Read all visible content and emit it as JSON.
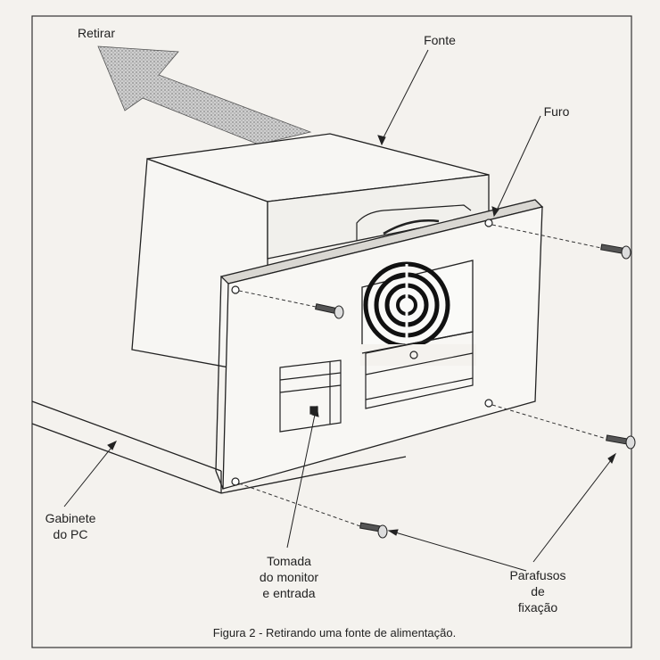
{
  "labels": {
    "retirar": "Retirar",
    "fonte": "Fonte",
    "furo": "Furo",
    "gabinete": [
      "Gabinete",
      "do PC"
    ],
    "tomada": [
      "Tomada",
      "do monitor",
      "e entrada"
    ],
    "parafusos": [
      "Parafusos",
      "de",
      "fixação"
    ]
  },
  "caption": "Figura 2 - Retirando uma fonte de alimentação.",
  "colors": {
    "ink": "#222222",
    "paper": "#f4f2ee",
    "arrow_fill": "#b9b9b9"
  },
  "icons": {
    "arrow": "retirar-arrow-icon",
    "fan": "fan-grill-icon",
    "screw": "screw-icon"
  }
}
